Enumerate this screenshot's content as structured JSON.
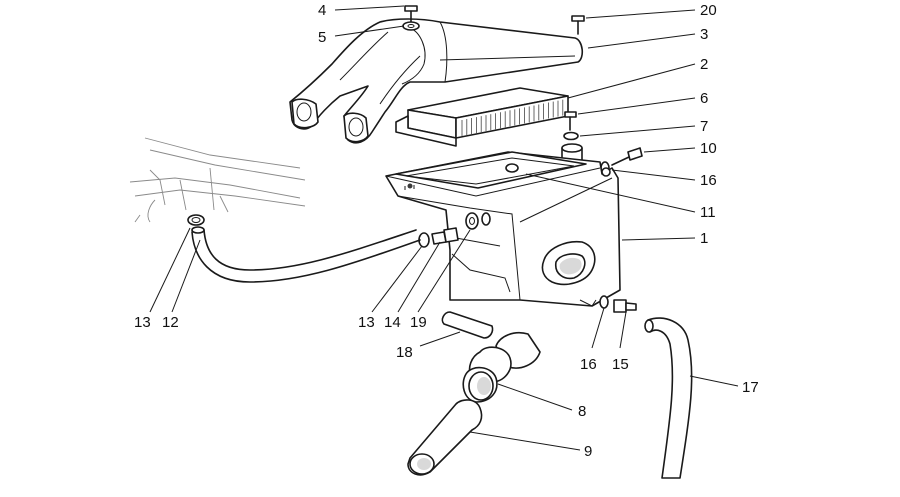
{
  "diagram": {
    "labels": [
      {
        "id": "p4",
        "text": "4"
      },
      {
        "id": "p5",
        "text": "5"
      },
      {
        "id": "p20",
        "text": "20"
      },
      {
        "id": "p3",
        "text": "3"
      },
      {
        "id": "p2",
        "text": "2"
      },
      {
        "id": "p6",
        "text": "6"
      },
      {
        "id": "p7",
        "text": "7"
      },
      {
        "id": "p10",
        "text": "10"
      },
      {
        "id": "p16a",
        "text": "16"
      },
      {
        "id": "p11",
        "text": "11"
      },
      {
        "id": "p1",
        "text": "1"
      },
      {
        "id": "p13a",
        "text": "13"
      },
      {
        "id": "p12",
        "text": "12"
      },
      {
        "id": "p13b",
        "text": "13"
      },
      {
        "id": "p14",
        "text": "14"
      },
      {
        "id": "p19",
        "text": "19"
      },
      {
        "id": "p18",
        "text": "18"
      },
      {
        "id": "p16b",
        "text": "16"
      },
      {
        "id": "p15",
        "text": "15"
      },
      {
        "id": "p17",
        "text": "17"
      },
      {
        "id": "p8",
        "text": "8"
      },
      {
        "id": "p9",
        "text": "9"
      }
    ]
  }
}
